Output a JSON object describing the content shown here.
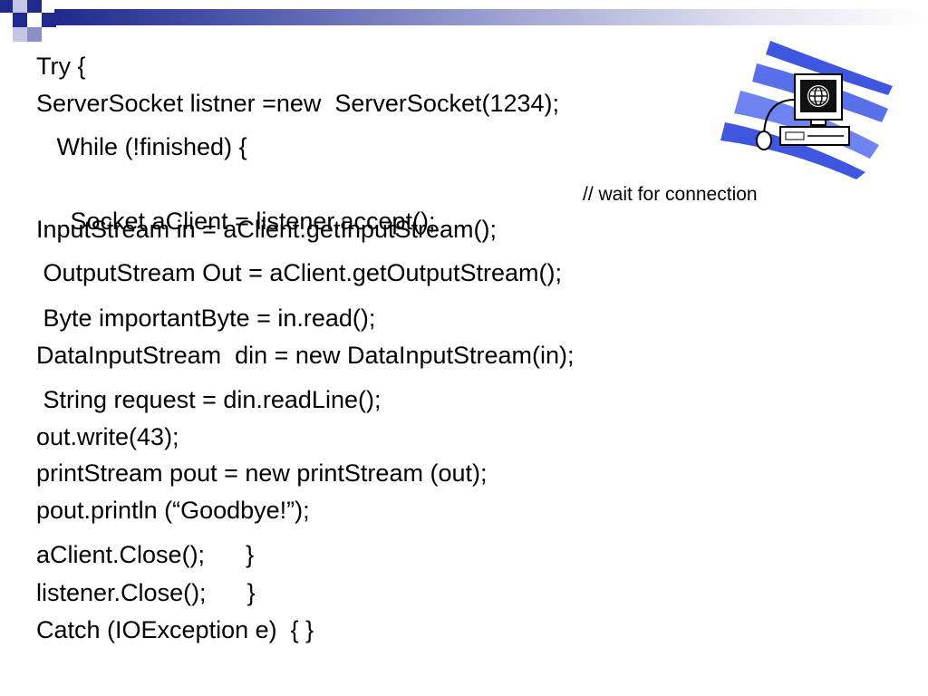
{
  "slide": {
    "lines": [
      "Try {",
      "ServerSocket listner =new  ServerSocket(1234);",
      "   While (!finished) {",
      " Socket aClient = listener.accept();",
      "InputStream in = aClient.getInputStream();",
      " OutputStream Out = aClient.getOutputStream();",
      " Byte importantByte = in.read();",
      "DataInputStream  din = new DataInputStream(in);",
      " String request = din.readLine();",
      "out.write(43);",
      "printStream pout = new printStream (out);",
      "pout.println (“Goodbye!”);",
      "aClient.Close();      }",
      "listener.Close();      }",
      "Catch (IOException e)  { }"
    ],
    "comment": "// wait for connection",
    "clipart_icon": "networked-computer-icon",
    "accent_color": "#1f2a8c"
  }
}
